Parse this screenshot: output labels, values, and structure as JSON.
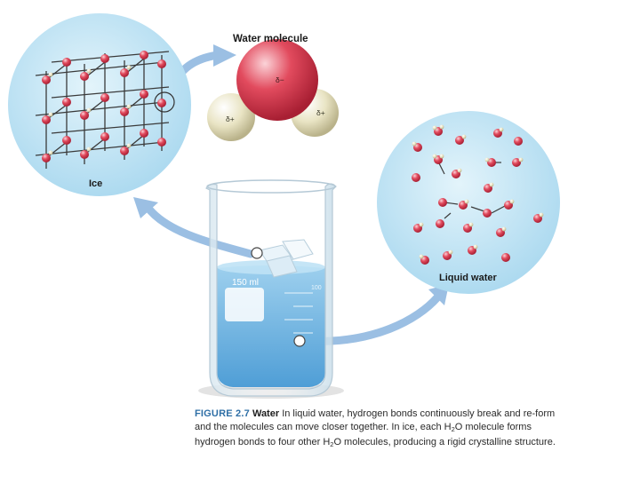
{
  "labels": {
    "water_molecule": "Water molecule",
    "ice": "Ice",
    "liquid_water": "Liquid water",
    "delta_minus": "δ−",
    "delta_plus": "δ+",
    "beaker_volume": "150 ml",
    "beaker_mark": "100"
  },
  "caption": {
    "figure": "FIGURE 2.7",
    "title": "Water",
    "text_1": "In liquid water, hydrogen bonds continuously break and re-form and the molecules can move closer together. In ice, each H",
    "sub_1": "2",
    "text_2": "O molecule forms hydrogen bonds to four other H",
    "sub_2": "2",
    "text_3": "O molecules, producing a rigid crystalline structure."
  },
  "colors": {
    "panel_blue": "#bfe3f4",
    "oxygen_red": "#e24b5e",
    "hydrogen_cream": "#e9e4c4",
    "water_blue": "#74b8e2",
    "arrow_blue": "#9bbfe3",
    "figure_label": "#2f6fa6"
  }
}
